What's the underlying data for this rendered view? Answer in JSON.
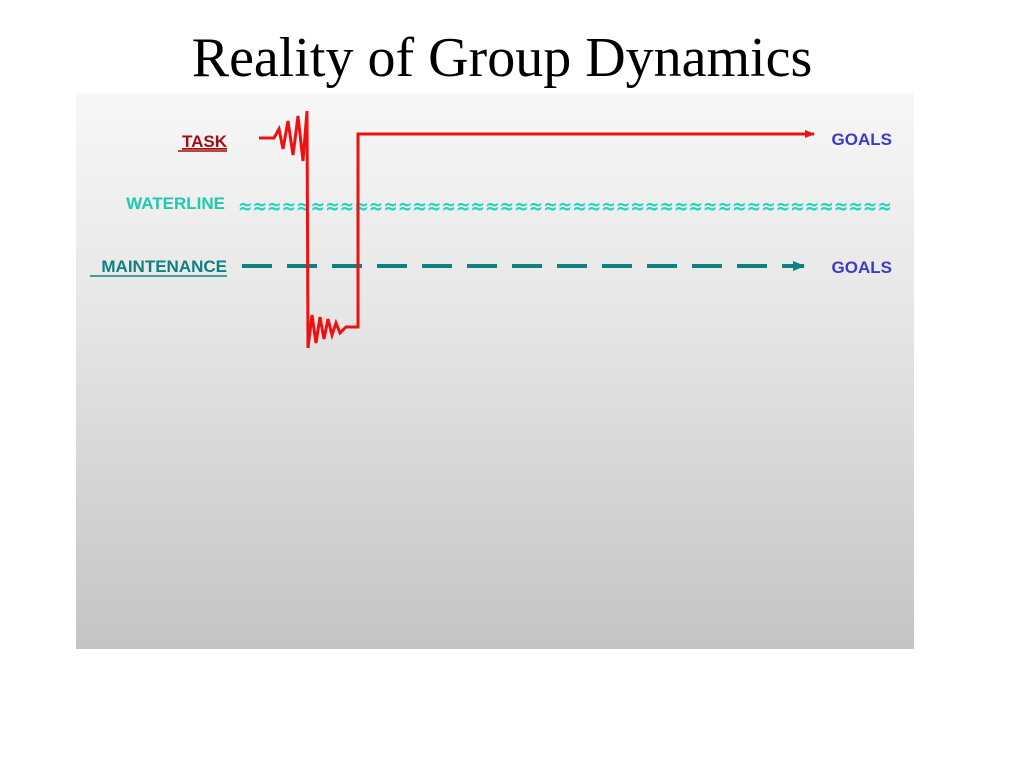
{
  "title": "Reality of Group Dynamics",
  "diagram": {
    "task_label": "TASK",
    "waterline_label": "WATERLINE",
    "maintenance_label": "MAINTENANCE",
    "task_goals_label": "GOALS",
    "maintenance_goals_label": "GOALS",
    "waterline_waves": "≈≈≈≈≈≈≈≈≈≈≈≈≈≈≈≈≈≈≈≈≈≈≈≈≈≈≈≈≈≈≈≈≈≈≈≈≈≈≈≈≈≈≈≈≈"
  },
  "colors": {
    "task": "#ee1111",
    "task_label": "#a01010",
    "waterline": "#1fc9b0",
    "waterline_waves": "#22d4c4",
    "maintenance": "#0f8080",
    "goals": "#3b3bc8"
  }
}
